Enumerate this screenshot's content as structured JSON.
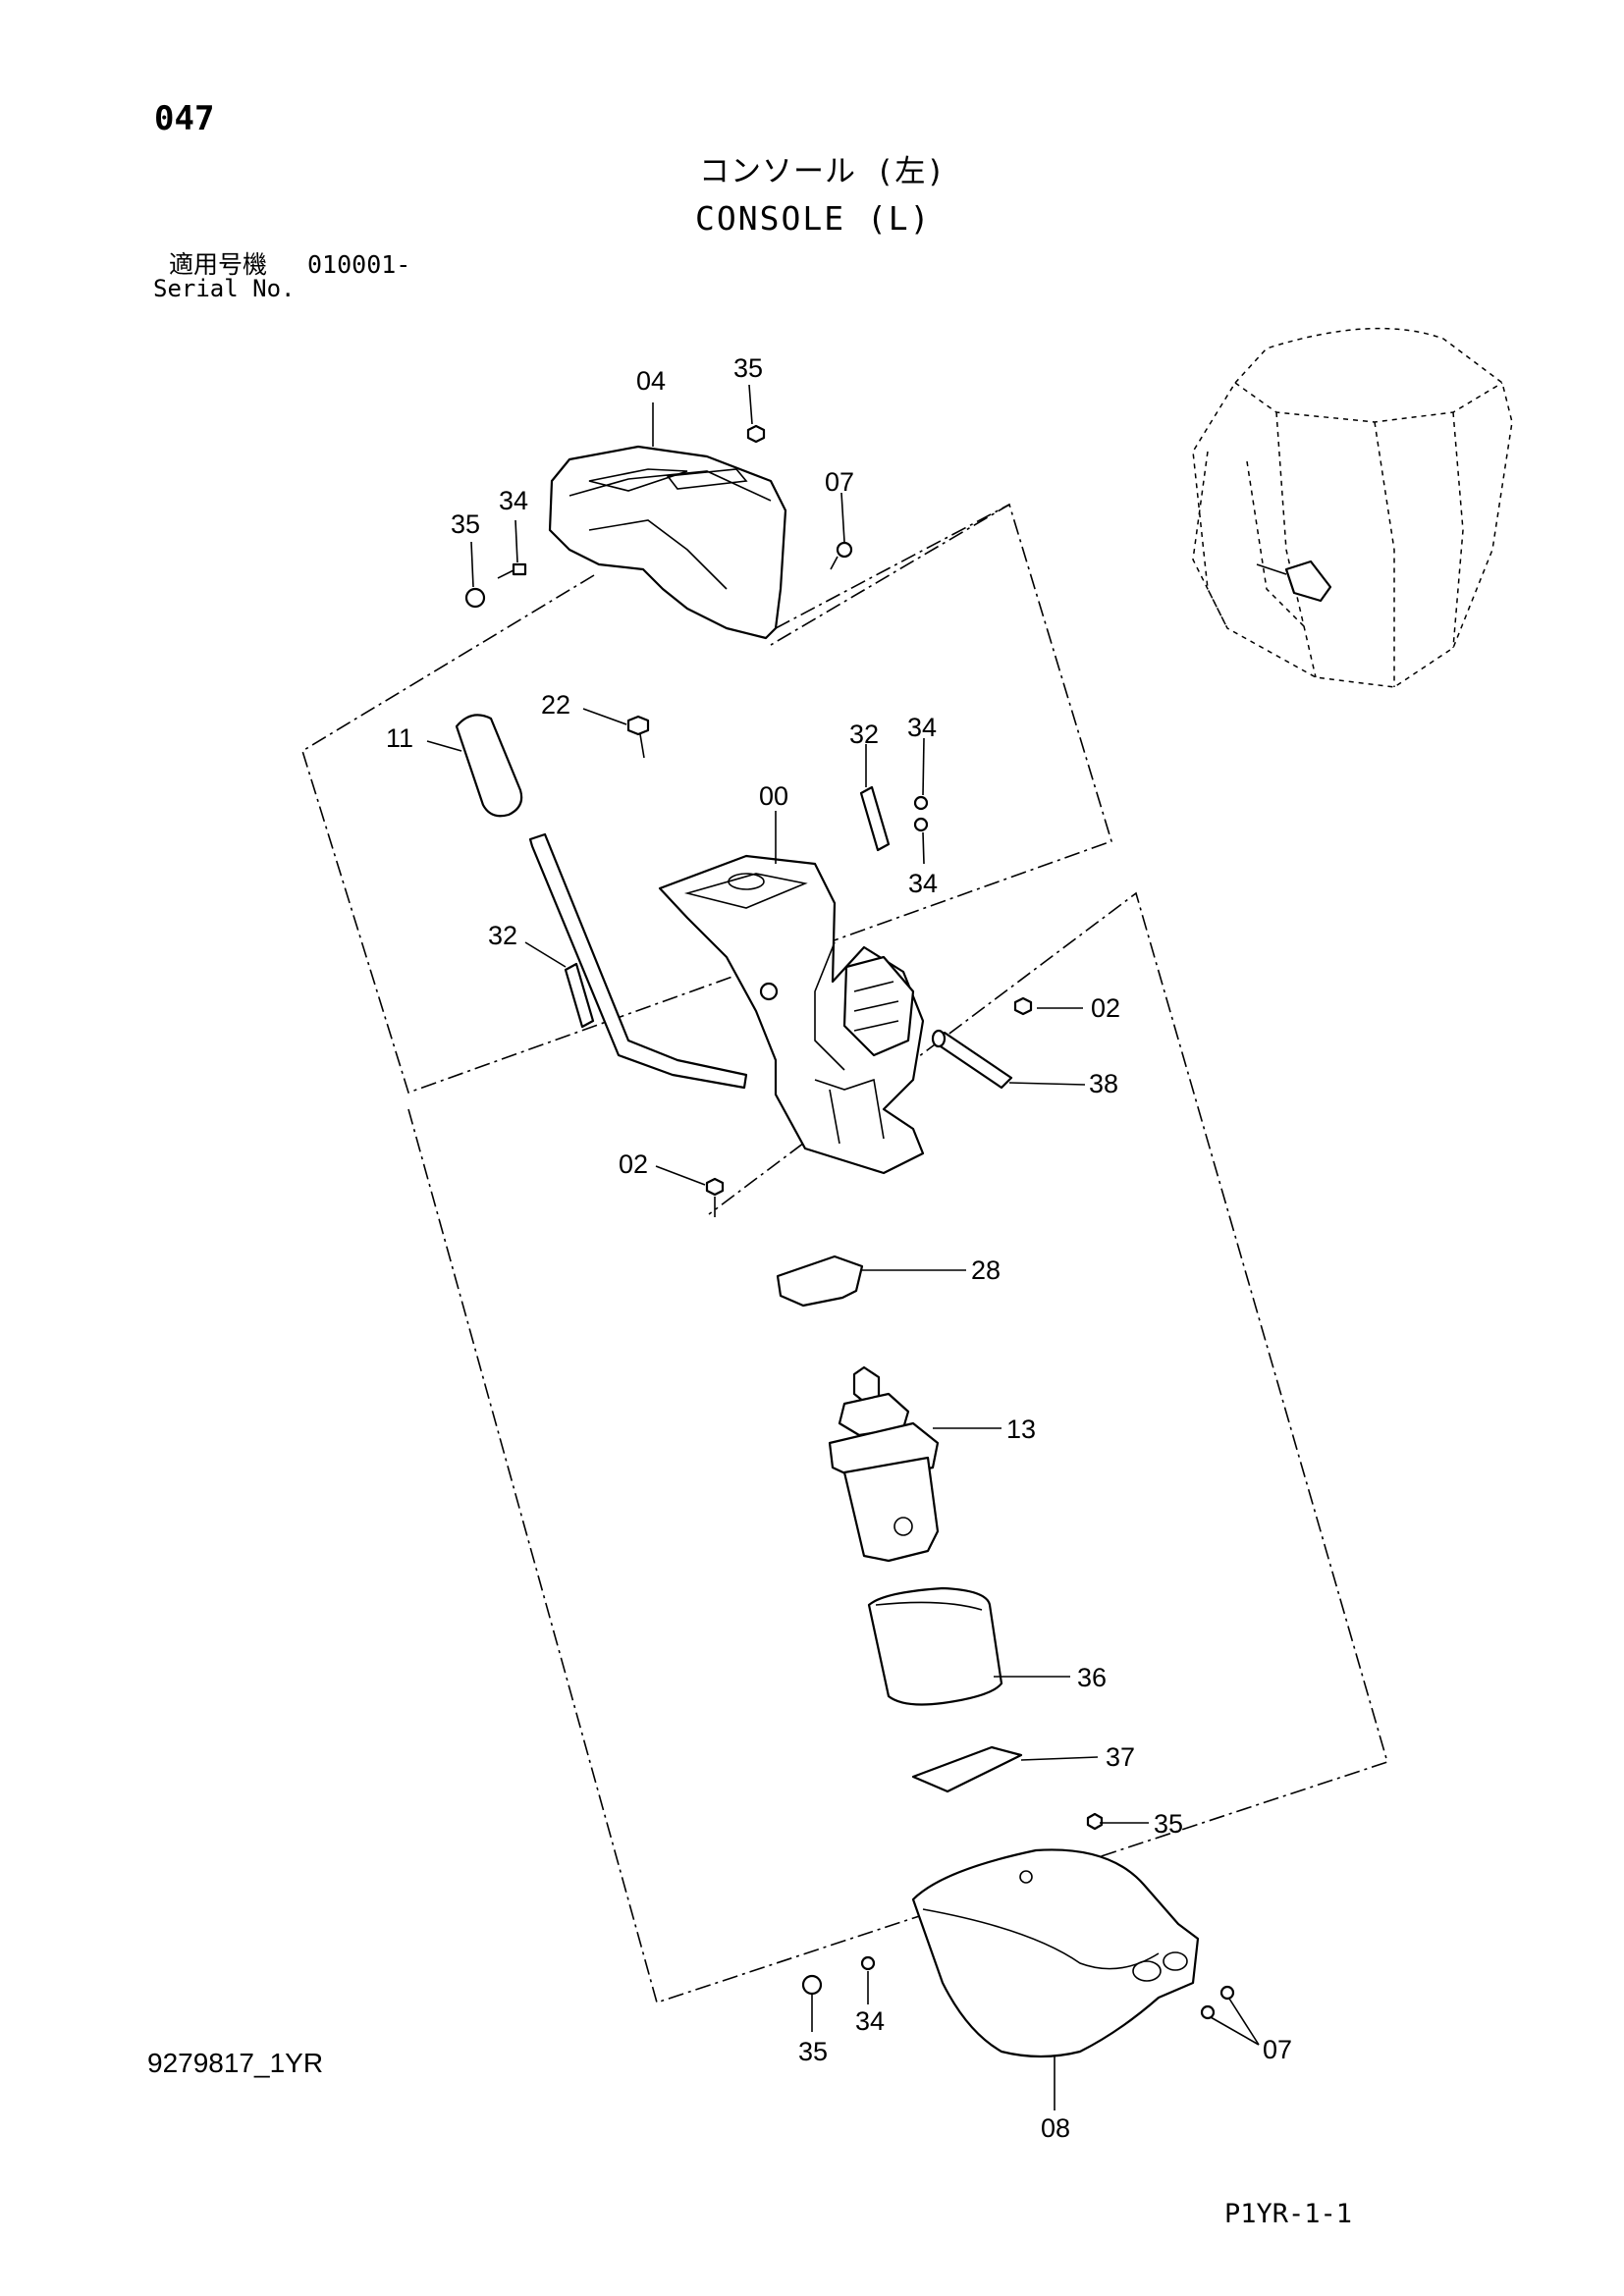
{
  "header": {
    "page_number": "047",
    "title_jp": "コンソール (左)",
    "title_en": "CONSOLE (L)",
    "serial_label_jp": "適用号機",
    "serial_value": "010001-",
    "serial_label_en": "Serial No."
  },
  "footer": {
    "doc_id": "9279817_1YR",
    "page_code": "P1YR-1-1"
  },
  "callouts": [
    {
      "id": "c04",
      "label": "04"
    },
    {
      "id": "c35a",
      "label": "35"
    },
    {
      "id": "c35b",
      "label": "35"
    },
    {
      "id": "c34a",
      "label": "34"
    },
    {
      "id": "c07a",
      "label": "07"
    },
    {
      "id": "c22",
      "label": "22"
    },
    {
      "id": "c11",
      "label": "11"
    },
    {
      "id": "c32a",
      "label": "32"
    },
    {
      "id": "c34b",
      "label": "34"
    },
    {
      "id": "c00",
      "label": "00"
    },
    {
      "id": "c34c",
      "label": "34"
    },
    {
      "id": "c32b",
      "label": "32"
    },
    {
      "id": "c02a",
      "label": "02"
    },
    {
      "id": "c38",
      "label": "38"
    },
    {
      "id": "c02b",
      "label": "02"
    },
    {
      "id": "c28",
      "label": "28"
    },
    {
      "id": "c13",
      "label": "13"
    },
    {
      "id": "c36",
      "label": "36"
    },
    {
      "id": "c37",
      "label": "37"
    },
    {
      "id": "c35c",
      "label": "35"
    },
    {
      "id": "c34d",
      "label": "34"
    },
    {
      "id": "c35d",
      "label": "35"
    },
    {
      "id": "c07b",
      "label": "07"
    },
    {
      "id": "c08",
      "label": "08"
    }
  ]
}
